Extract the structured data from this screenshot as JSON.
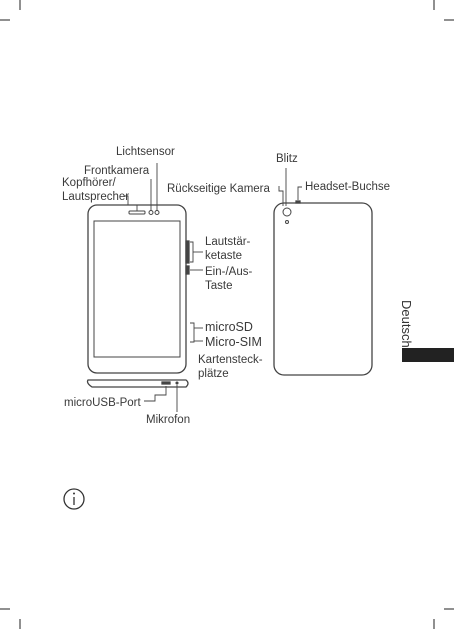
{
  "labels": {
    "light_sensor": "Lichtsensor",
    "front_camera": "Frontkamera",
    "headphone_speaker_1": "Kopfhörer/",
    "headphone_speaker_2": "Lautsprecher",
    "volume_key_1": "Lautstär-",
    "volume_key_2": "ketaste",
    "power_key_1": "Ein-/Aus-",
    "power_key_2": "Taste",
    "microsd": "microSD",
    "micro_sim": "Micro-SIM",
    "card_slots_1": "Kartensteck-",
    "card_slots_2": "plätze",
    "microusb_port": "microUSB-Port",
    "microphone": "Mikrofon",
    "flash": "Blitz",
    "rear_camera": "Rückseitige Kamera",
    "headset_jack": "Headset-Buchse"
  },
  "side_tab": {
    "language": "Deutsch"
  },
  "icons": {
    "info": "info-circle-icon"
  },
  "colors": {
    "line": "#444444",
    "tab": "#222222"
  }
}
